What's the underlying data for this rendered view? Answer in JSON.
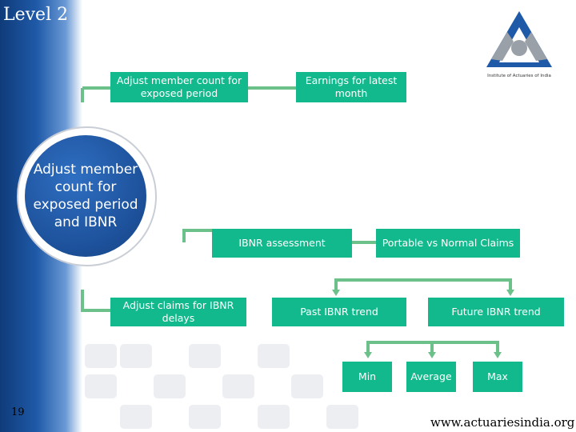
{
  "slide": {
    "title": "Level 2",
    "number": "19",
    "footer": "www.actuariesindia.org",
    "logo_text": "Institute of Actuaries of India"
  },
  "diagram": {
    "center": "Adjust member count for exposed period and IBNR",
    "top_left": "Adjust member count for exposed period",
    "top_right": "Earnings for latest month",
    "ibnr_assessment": "IBNR assessment",
    "portable": "Portable vs Normal Claims",
    "adjust_claims": "Adjust claims for IBNR delays",
    "past_trend": "Past IBNR trend",
    "future_trend": "Future IBNR trend",
    "min": "Min",
    "average": "Average",
    "max": "Max"
  },
  "colors": {
    "box_green": "#12b98c",
    "connector_green": "#6cc08a",
    "center_blue": "#1c4f98"
  }
}
